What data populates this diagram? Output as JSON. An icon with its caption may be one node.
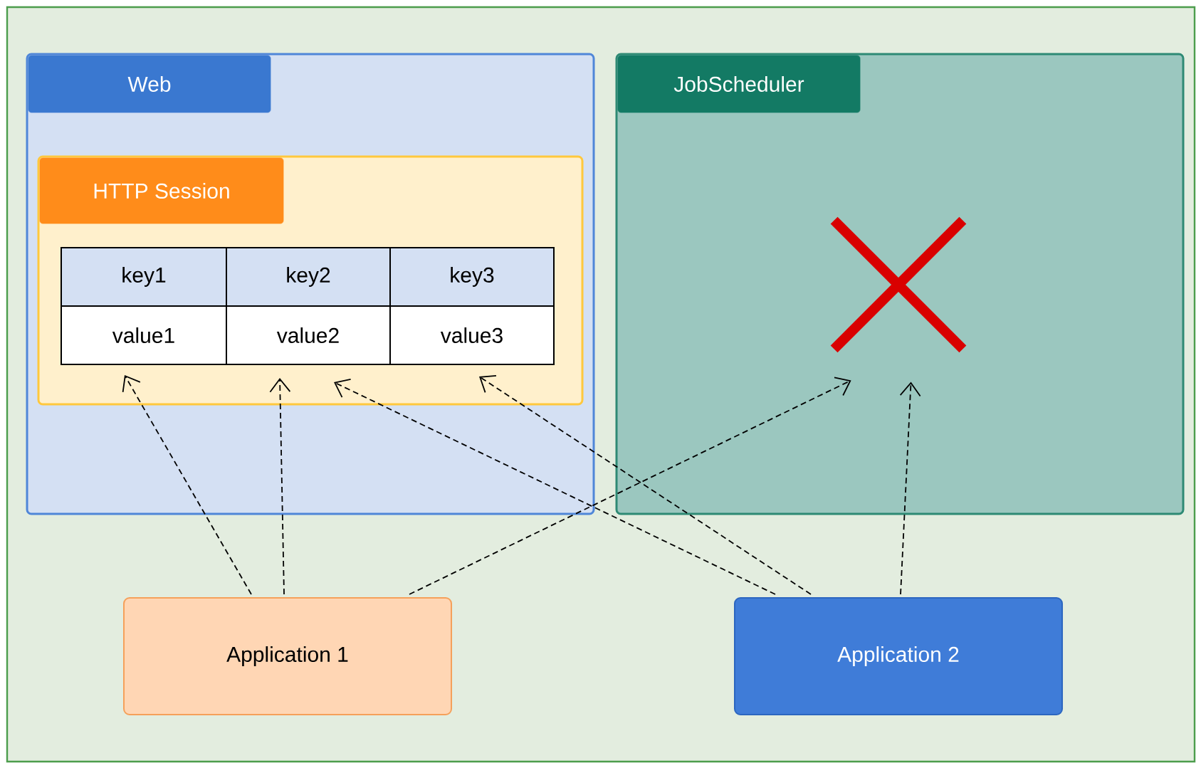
{
  "diagram": {
    "nodes": [
      {
        "text": [
          "Web"
        ]
      },
      {
        "text": [
          "HTTP Session"
        ],
        "in": 0
      },
      {
        "text": [
          "key1"
        ],
        "in": 1
      },
      {
        "text": [
          "key2"
        ],
        "in": 1
      },
      {
        "text": [
          "key3"
        ],
        "in": 1
      },
      {
        "text": [
          "value1"
        ],
        "in": 1
      },
      {
        "text": [
          "value2"
        ],
        "in": 1
      },
      {
        "text": [
          "value3"
        ],
        "in": 1
      },
      {
        "text": [
          "JobScheduler"
        ]
      },
      {
        "text": [],
        "shape": "cross",
        "in": 8
      },
      {
        "text": [
          "Application 1"
        ]
      },
      {
        "text": [
          "Application 2"
        ]
      }
    ],
    "edges": [
      {
        "from": 10,
        "to": 5,
        "arrow": "to",
        "style": "dashed"
      },
      {
        "from": 10,
        "to": 6,
        "arrow": "to",
        "style": "dashed"
      },
      {
        "from": 10,
        "to": 9,
        "arrow": "to",
        "style": "dashed"
      },
      {
        "from": 11,
        "to": 6,
        "arrow": "to",
        "style": "dashed"
      },
      {
        "from": 11,
        "to": 7,
        "arrow": "to",
        "style": "dashed"
      },
      {
        "from": 11,
        "to": 9,
        "arrow": "to",
        "style": "dashed"
      }
    ]
  }
}
